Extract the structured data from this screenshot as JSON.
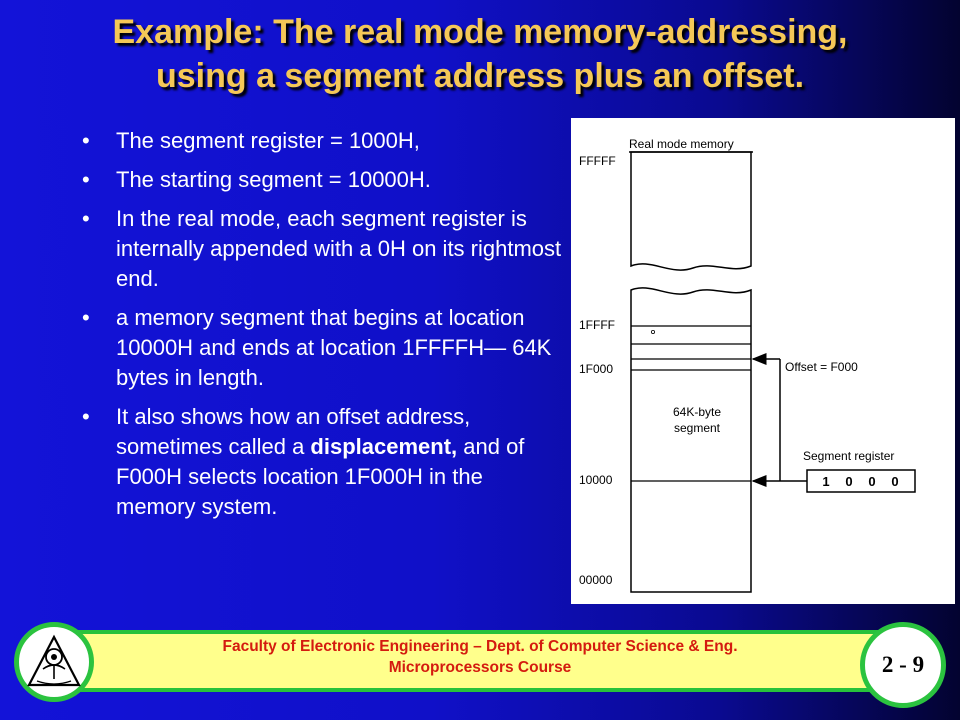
{
  "title": {
    "line1": "Example: The real mode memory-addressing,",
    "line2": "using a segment address plus an offset."
  },
  "bullets": [
    {
      "text": "The segment register = 1000H,"
    },
    {
      "text": "The starting segment =  10000H."
    },
    {
      "text": "In the real mode, each segment register is internally appended with a 0H on its rightmost end."
    },
    {
      "text": "a memory segment that begins at location 10000H and ends at location 1FFFFH— 64K bytes in length."
    },
    {
      "pre": "It also shows how an offset address, sometimes called a ",
      "bold": "displacement,",
      "post": " and of F000H selects location 1F000H in the memory system."
    }
  ],
  "bullet_glyph": "•",
  "figure": {
    "title": "Real mode memory",
    "addr_top": "FFFFF",
    "addr_1ffff": "1FFFF",
    "addr_1f000": "1F000",
    "addr_10000": "10000",
    "addr_00000": "00000",
    "offset_label": "Offset = F000",
    "segment_label_1": "64K-byte",
    "segment_label_2": "segment",
    "segreg_label": "Segment register",
    "segreg_digits": [
      "1",
      "0",
      "0",
      "0"
    ]
  },
  "footer": {
    "line1": "Faculty of Electronic Engineering – Dept. of Computer Science & Eng.",
    "line2": "Microprocessors Course",
    "page": "2 - 9"
  },
  "colors": {
    "title": "#f5c857",
    "footer_text": "#d41b0f",
    "footer_bg": "#ffff8c",
    "footer_border": "#27c23b",
    "background_left": "#1313d8",
    "background_right": "#030330"
  },
  "icons": {
    "logo": "faculty-logo-icon"
  }
}
